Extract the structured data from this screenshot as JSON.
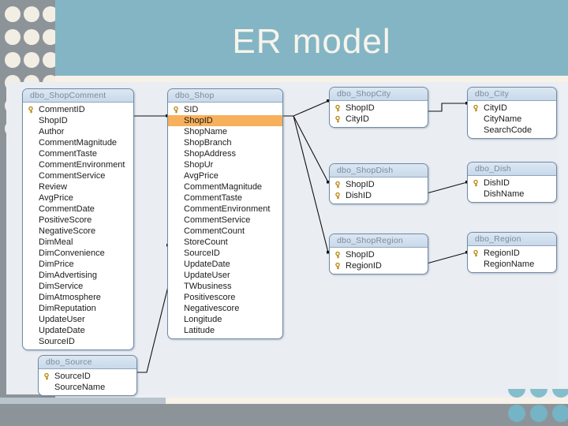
{
  "slide": {
    "title": "ER model",
    "title_bg": "#84b5c4",
    "title_color": "#f7f4ec",
    "canvas_bg": "#eaeef3",
    "band_color": "#8d9499",
    "dot_color": "#f2eee4",
    "accent_dot_color": "#74b4c6",
    "highlight_color": "#f7b05b"
  },
  "diagram": {
    "key_icon": "key-icon",
    "tables": [
      {
        "id": "dbo_ShopComment",
        "name": "dbo_ShopComment",
        "fields": [
          {
            "name": "CommentID",
            "pk": true,
            "highlight": false
          },
          {
            "name": "ShopID",
            "pk": false,
            "highlight": false
          },
          {
            "name": "Author",
            "pk": false,
            "highlight": false
          },
          {
            "name": "CommentMagnitude",
            "pk": false,
            "highlight": false
          },
          {
            "name": "CommentTaste",
            "pk": false,
            "highlight": false
          },
          {
            "name": "CommentEnvironment",
            "pk": false,
            "highlight": false
          },
          {
            "name": "CommentService",
            "pk": false,
            "highlight": false
          },
          {
            "name": "Review",
            "pk": false,
            "highlight": false
          },
          {
            "name": "AvgPrice",
            "pk": false,
            "highlight": false
          },
          {
            "name": "CommentDate",
            "pk": false,
            "highlight": false
          },
          {
            "name": "PositiveScore",
            "pk": false,
            "highlight": false
          },
          {
            "name": "NegativeScore",
            "pk": false,
            "highlight": false
          },
          {
            "name": "DimMeal",
            "pk": false,
            "highlight": false
          },
          {
            "name": "DimConvenience",
            "pk": false,
            "highlight": false
          },
          {
            "name": "DimPrice",
            "pk": false,
            "highlight": false
          },
          {
            "name": "DimAdvertising",
            "pk": false,
            "highlight": false
          },
          {
            "name": "DimService",
            "pk": false,
            "highlight": false
          },
          {
            "name": "DimAtmosphere",
            "pk": false,
            "highlight": false
          },
          {
            "name": "DimReputation",
            "pk": false,
            "highlight": false
          },
          {
            "name": "UpdateUser",
            "pk": false,
            "highlight": false
          },
          {
            "name": "UpdateDate",
            "pk": false,
            "highlight": false
          },
          {
            "name": "SourceID",
            "pk": false,
            "highlight": false
          }
        ]
      },
      {
        "id": "dbo_Shop",
        "name": "dbo_Shop",
        "fields": [
          {
            "name": "SID",
            "pk": true,
            "highlight": false
          },
          {
            "name": "ShopID",
            "pk": false,
            "highlight": true
          },
          {
            "name": "ShopName",
            "pk": false,
            "highlight": false
          },
          {
            "name": "ShopBranch",
            "pk": false,
            "highlight": false
          },
          {
            "name": "ShopAddress",
            "pk": false,
            "highlight": false
          },
          {
            "name": "ShopUr",
            "pk": false,
            "highlight": false
          },
          {
            "name": "AvgPrice",
            "pk": false,
            "highlight": false
          },
          {
            "name": "CommentMagnitude",
            "pk": false,
            "highlight": false
          },
          {
            "name": "CommentTaste",
            "pk": false,
            "highlight": false
          },
          {
            "name": "CommentEnvironment",
            "pk": false,
            "highlight": false
          },
          {
            "name": "CommentService",
            "pk": false,
            "highlight": false
          },
          {
            "name": "CommentCount",
            "pk": false,
            "highlight": false
          },
          {
            "name": "StoreCount",
            "pk": false,
            "highlight": false
          },
          {
            "name": "SourceID",
            "pk": false,
            "highlight": false
          },
          {
            "name": "UpdateDate",
            "pk": false,
            "highlight": false
          },
          {
            "name": "UpdateUser",
            "pk": false,
            "highlight": false
          },
          {
            "name": "TWbusiness",
            "pk": false,
            "highlight": false
          },
          {
            "name": "Positivescore",
            "pk": false,
            "highlight": false
          },
          {
            "name": "Negativescore",
            "pk": false,
            "highlight": false
          },
          {
            "name": "Longitude",
            "pk": false,
            "highlight": false
          },
          {
            "name": "Latitude",
            "pk": false,
            "highlight": false
          }
        ]
      },
      {
        "id": "dbo_Source",
        "name": "dbo_Source",
        "fields": [
          {
            "name": "SourceID",
            "pk": true,
            "highlight": false
          },
          {
            "name": "SourceName",
            "pk": false,
            "highlight": false
          }
        ]
      },
      {
        "id": "dbo_ShopCity",
        "name": "dbo_ShopCity",
        "fields": [
          {
            "name": "ShopID",
            "pk": true,
            "highlight": false
          },
          {
            "name": "CityID",
            "pk": true,
            "highlight": false
          }
        ]
      },
      {
        "id": "dbo_City",
        "name": "dbo_City",
        "fields": [
          {
            "name": "CityID",
            "pk": true,
            "highlight": false
          },
          {
            "name": "CityName",
            "pk": false,
            "highlight": false
          },
          {
            "name": "SearchCode",
            "pk": false,
            "highlight": false
          }
        ]
      },
      {
        "id": "dbo_ShopDish",
        "name": "dbo_ShopDish",
        "fields": [
          {
            "name": "ShopID",
            "pk": true,
            "highlight": false
          },
          {
            "name": "DishID",
            "pk": true,
            "highlight": false
          }
        ]
      },
      {
        "id": "dbo_Dish",
        "name": "dbo_Dish",
        "fields": [
          {
            "name": "DishID",
            "pk": true,
            "highlight": false
          },
          {
            "name": "DishName",
            "pk": false,
            "highlight": false
          }
        ]
      },
      {
        "id": "dbo_ShopRegion",
        "name": "dbo_ShopRegion",
        "fields": [
          {
            "name": "ShopID",
            "pk": true,
            "highlight": false
          },
          {
            "name": "RegionID",
            "pk": true,
            "highlight": false
          }
        ]
      },
      {
        "id": "dbo_Region",
        "name": "dbo_Region",
        "fields": [
          {
            "name": "RegionID",
            "pk": true,
            "highlight": false
          },
          {
            "name": "RegionName",
            "pk": false,
            "highlight": false
          }
        ]
      }
    ],
    "relationships": [
      {
        "from": "dbo_ShopComment",
        "to": "dbo_Shop",
        "on": "ShopID"
      },
      {
        "from": "dbo_Shop",
        "to": "dbo_ShopCity",
        "on": "ShopID"
      },
      {
        "from": "dbo_Shop",
        "to": "dbo_ShopDish",
        "on": "ShopID"
      },
      {
        "from": "dbo_Shop",
        "to": "dbo_ShopRegion",
        "on": "ShopID"
      },
      {
        "from": "dbo_ShopCity",
        "to": "dbo_City",
        "on": "CityID"
      },
      {
        "from": "dbo_ShopDish",
        "to": "dbo_Dish",
        "on": "DishID"
      },
      {
        "from": "dbo_ShopRegion",
        "to": "dbo_Region",
        "on": "RegionID"
      },
      {
        "from": "dbo_Source",
        "to": "dbo_Shop",
        "on": "SourceID"
      }
    ]
  }
}
